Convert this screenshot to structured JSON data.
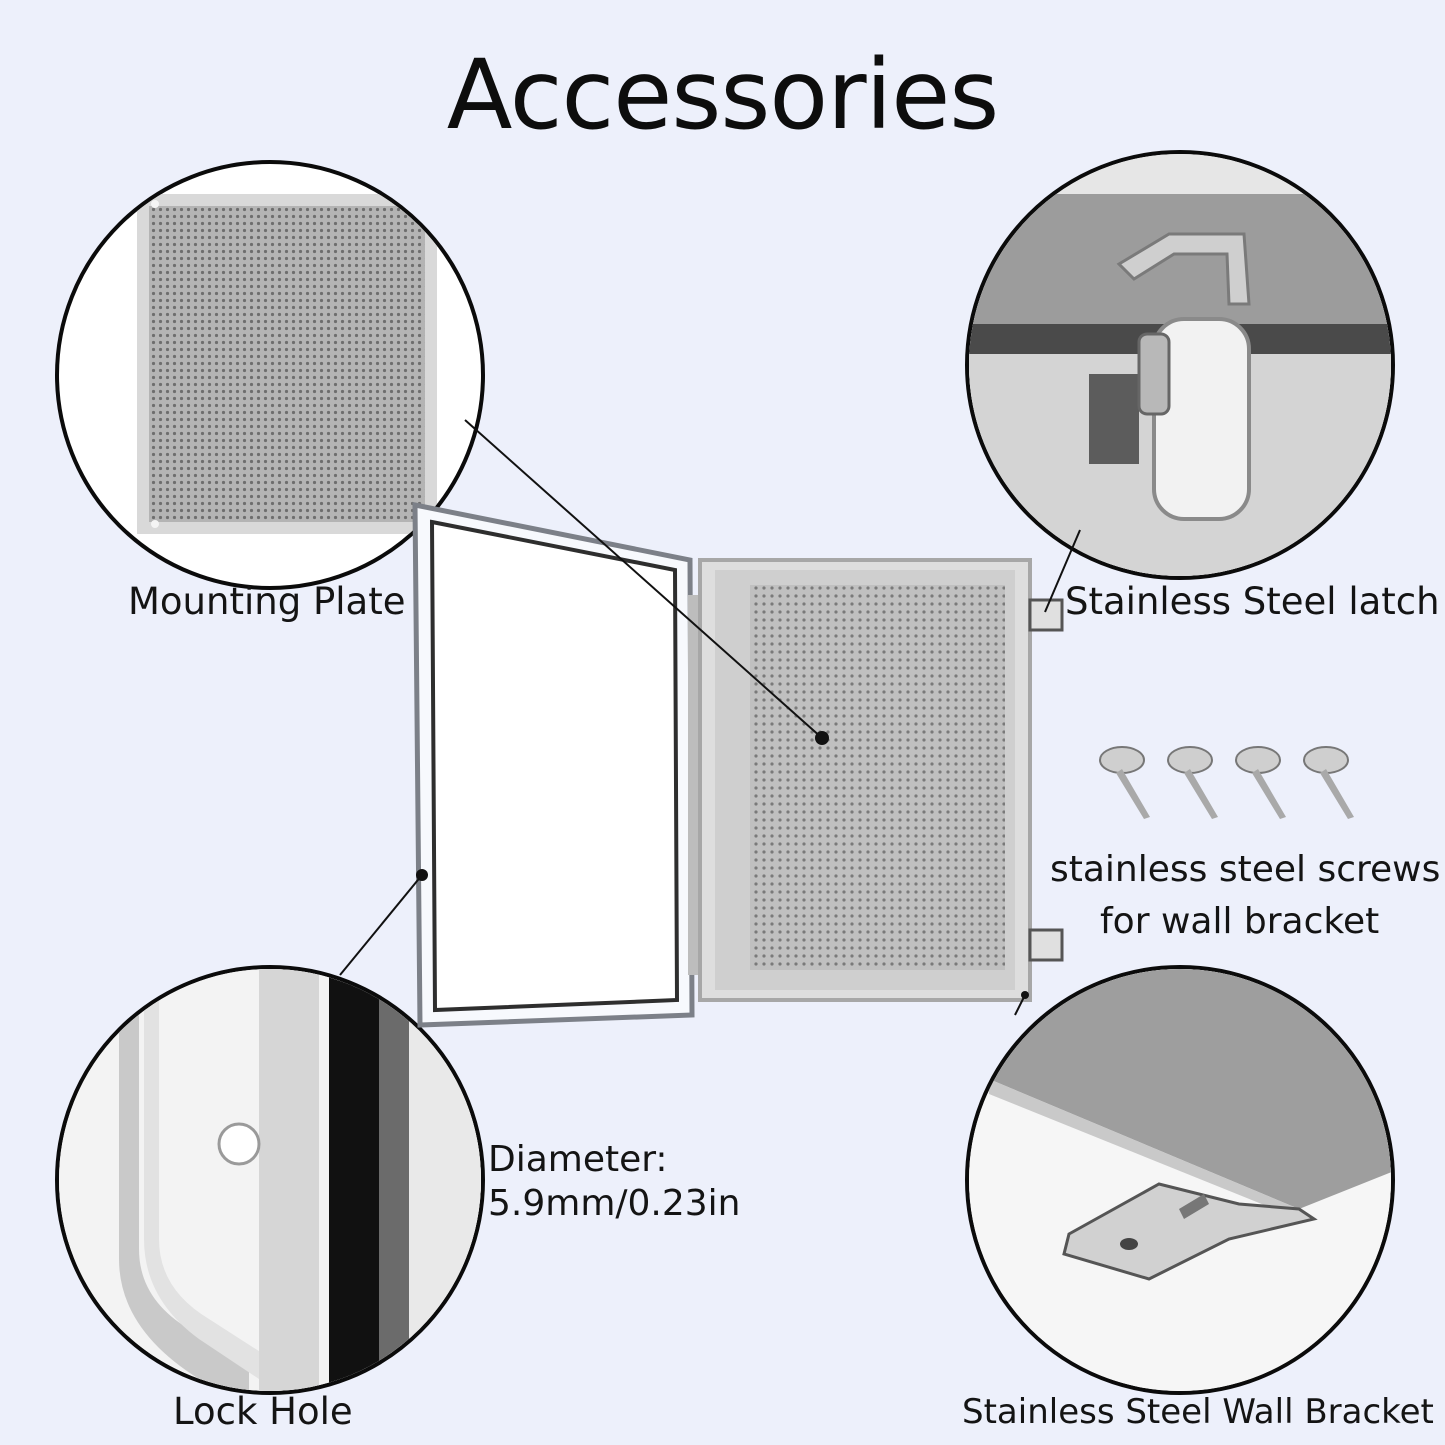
{
  "title": "Accessories",
  "labels": {
    "mounting_plate": "Mounting Plate",
    "latch": "Stainless Steel latch",
    "screws_line1": "stainless steel screws",
    "screws_line2": "for wall bracket",
    "diameter_line1": "Diameter:",
    "diameter_line2": "5.9mm/0.23in",
    "lock_hole": "Lock Hole",
    "wall_bracket": "Stainless Steel Wall Bracket"
  },
  "colors": {
    "background": "#edf0fb",
    "outline": "#0b0b0b",
    "plate_gray": "#a9a9a9",
    "box_gray": "#dcdcdc",
    "steel": "#c8c8c8"
  }
}
